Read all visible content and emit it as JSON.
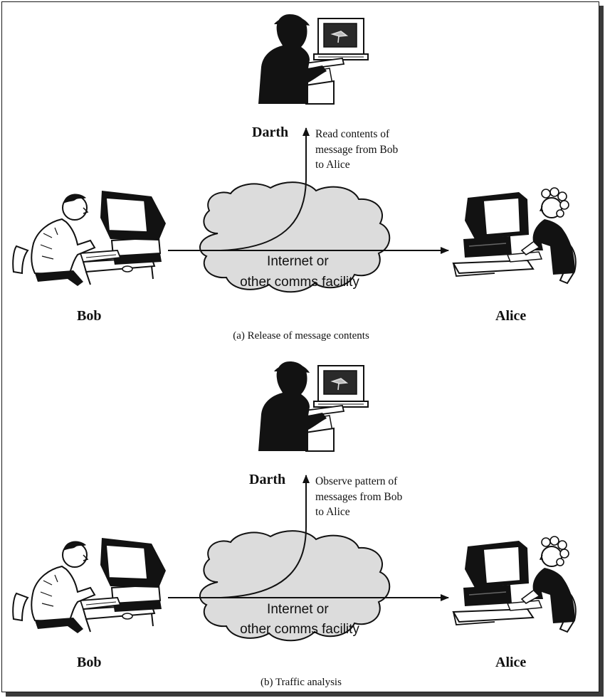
{
  "panels": [
    {
      "id": "a",
      "attacker": "Darth",
      "sender": "Bob",
      "receiver": "Alice",
      "attack_note": [
        "Read contents of",
        "message from Bob",
        "to Alice"
      ],
      "cloud_label": [
        "Internet or",
        "other comms facility"
      ],
      "caption": "(a) Release of message contents"
    },
    {
      "id": "b",
      "attacker": "Darth",
      "sender": "Bob",
      "receiver": "Alice",
      "attack_note": [
        "Observe pattern of",
        "messages from Bob",
        "to Alice"
      ],
      "cloud_label": [
        "Internet or",
        "other comms facility"
      ],
      "caption": "(b) Traffic analysis"
    }
  ],
  "colors": {
    "cloud_fill": "#dcdcdc",
    "ink": "#111111",
    "silhouette": "#121212"
  },
  "icons": [
    "hacker-silhouette-icon",
    "bob-workstation-icon",
    "alice-workstation-icon",
    "cloud-icon"
  ]
}
